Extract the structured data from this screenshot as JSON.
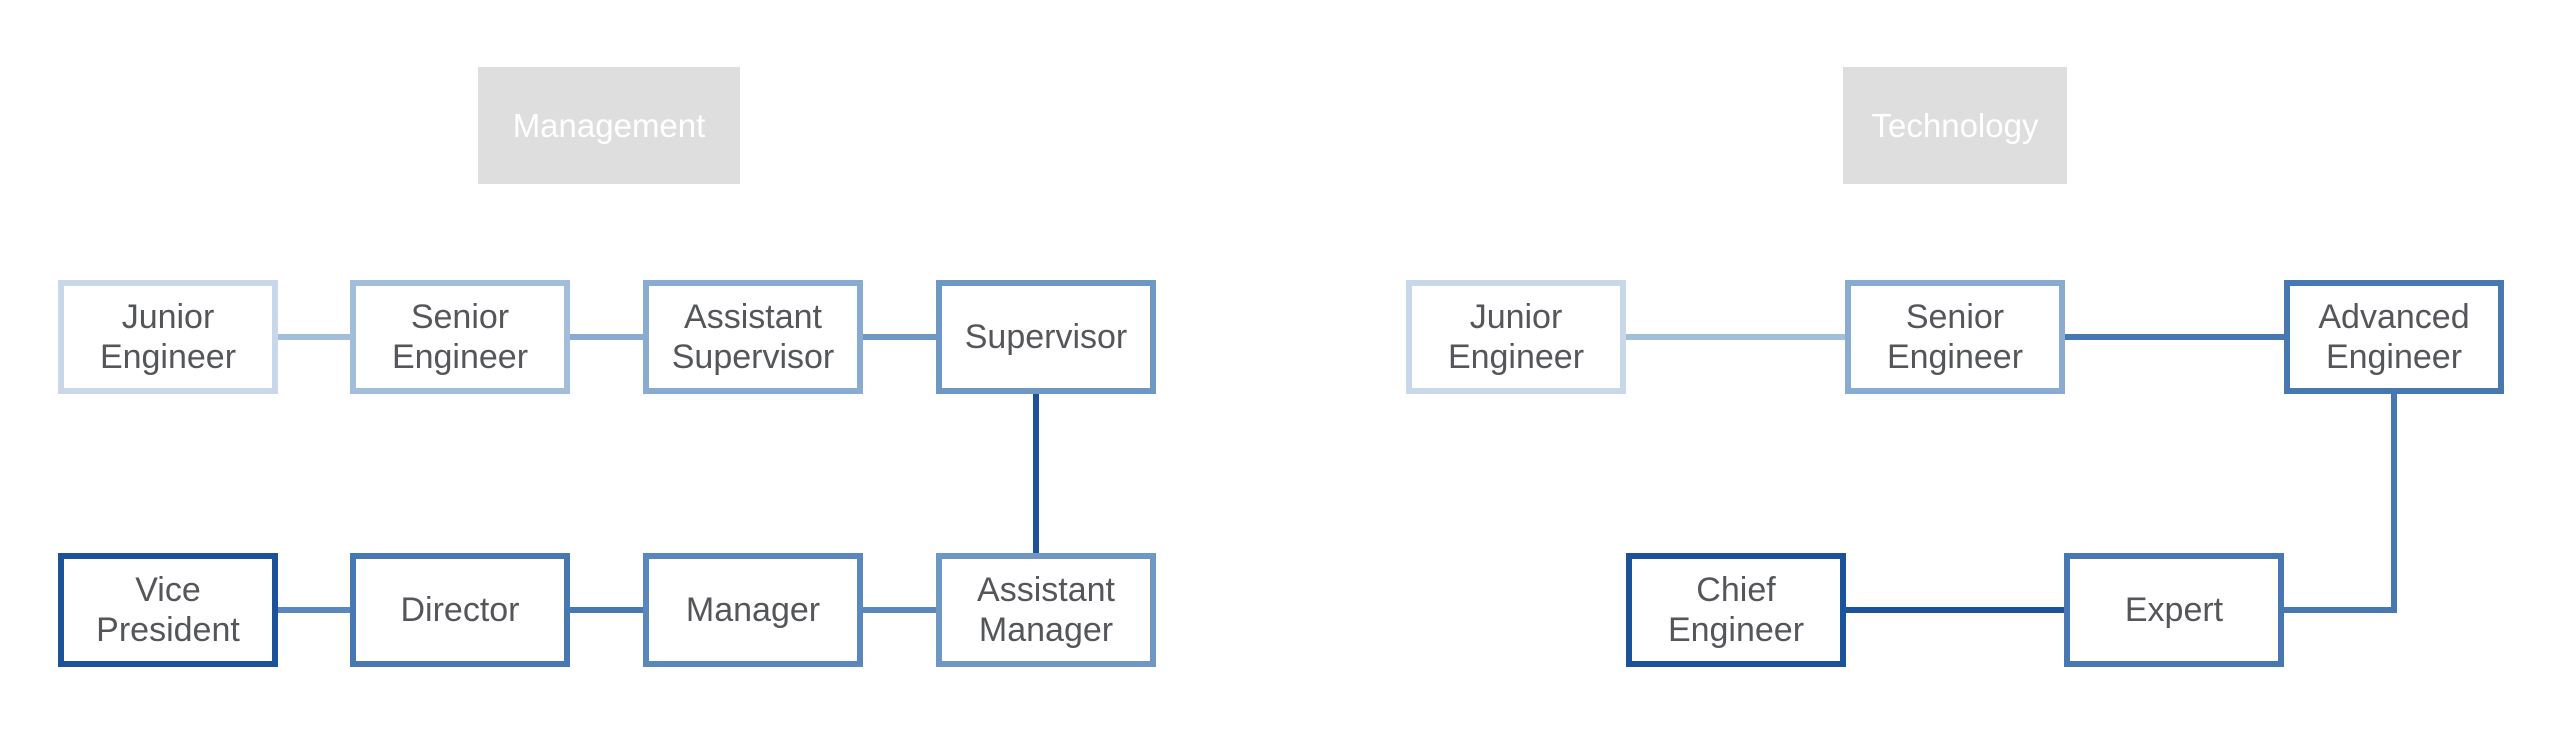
{
  "colors": {
    "level1": "#c8d8ea",
    "level2": "#a3bedb",
    "level3": "#8aabd0",
    "level4": "#6f97c4",
    "level5": "#5a88bc",
    "level6": "#4778b2",
    "level7": "#3568a6",
    "level8": "#1c5299",
    "header_bg": "#dedede",
    "text": "#54565a"
  },
  "management": {
    "header": "Management",
    "nodes": [
      {
        "id": "m1",
        "label": "Junior\nEngineer",
        "level": 1
      },
      {
        "id": "m2",
        "label": "Senior\nEngineer",
        "level": 2
      },
      {
        "id": "m3",
        "label": "Assistant\nSupervisor",
        "level": 3
      },
      {
        "id": "m4",
        "label": "Supervisor",
        "level": 4
      },
      {
        "id": "m5",
        "label": "Assistant\nManager",
        "level": 4
      },
      {
        "id": "m6",
        "label": "Manager",
        "level": 5
      },
      {
        "id": "m7",
        "label": "Director",
        "level": 6
      },
      {
        "id": "m8",
        "label": "Vice\nPresident",
        "level": 8
      }
    ]
  },
  "technology": {
    "header": "Technology",
    "nodes": [
      {
        "id": "t1",
        "label": "Junior\nEngineer",
        "level": 1
      },
      {
        "id": "t2",
        "label": "Senior\nEngineer",
        "level": 3
      },
      {
        "id": "t3",
        "label": "Advanced\nEngineer",
        "level": 6
      },
      {
        "id": "t4",
        "label": "Expert",
        "level": 6
      },
      {
        "id": "t5",
        "label": "Chief\nEngineer",
        "level": 8
      }
    ]
  }
}
